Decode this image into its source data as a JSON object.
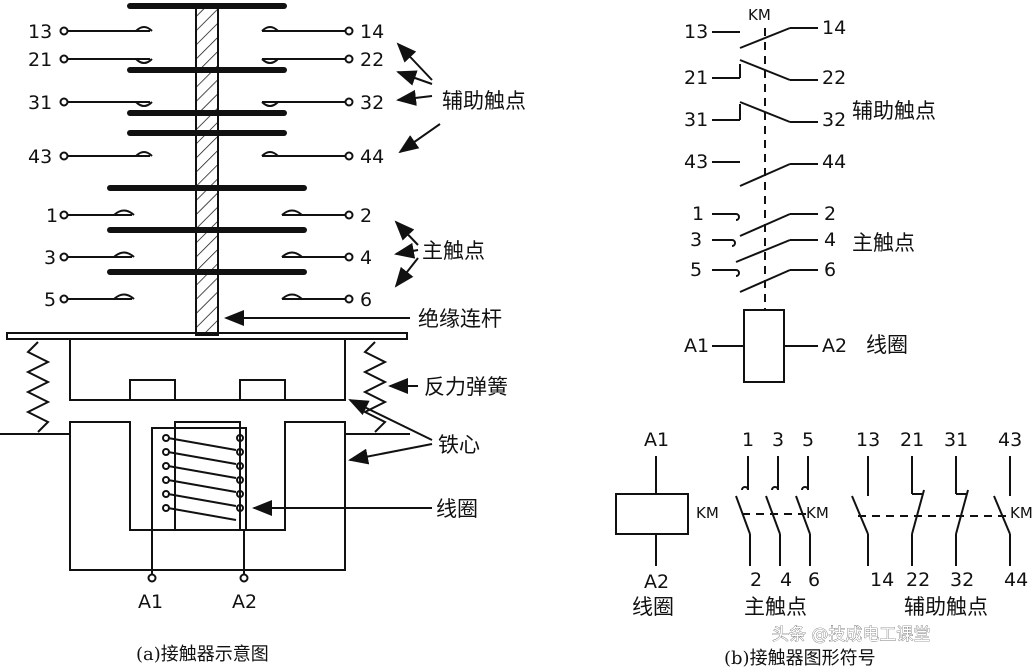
{
  "left_panel": {
    "terminals_left": [
      "13",
      "21",
      "31",
      "43",
      "1",
      "3",
      "5"
    ],
    "terminals_right": [
      "14",
      "22",
      "32",
      "44",
      "2",
      "4",
      "6"
    ],
    "coil_terminals": [
      "A1",
      "A2"
    ],
    "annotations": {
      "aux_contacts": "辅助触点",
      "main_contacts": "主触点",
      "rod": "绝缘连杆",
      "spring": "反力弹簧",
      "core": "铁心",
      "coil": "线圈"
    },
    "caption": "(a)接触器示意图"
  },
  "right_top": {
    "km": "KM",
    "left_labels": [
      "13",
      "21",
      "31",
      "43",
      "1",
      "3",
      "5"
    ],
    "right_labels": [
      "14",
      "22",
      "32",
      "44",
      "2",
      "4",
      "6"
    ],
    "aux_label": "辅助触点",
    "main_label": "主触点",
    "coil_left": "A1",
    "coil_right": "A2",
    "coil_label": "线圈"
  },
  "right_bottom": {
    "coil_top": "A1",
    "coil_bottom": "A2",
    "coil_km": "KM",
    "coil_label": "线圈",
    "main_top": [
      "1",
      "3",
      "5"
    ],
    "main_bottom": [
      "2",
      "4",
      "6"
    ],
    "main_km": "KM",
    "main_label": "主触点",
    "aux_top": [
      "13",
      "21",
      "31",
      "43"
    ],
    "aux_bottom": [
      "14",
      "22",
      "32",
      "44"
    ],
    "aux_km": "KM",
    "aux_label": "辅助触点",
    "caption": "(b)接触器图形符号"
  },
  "watermark": "头条 @技成电工课堂"
}
